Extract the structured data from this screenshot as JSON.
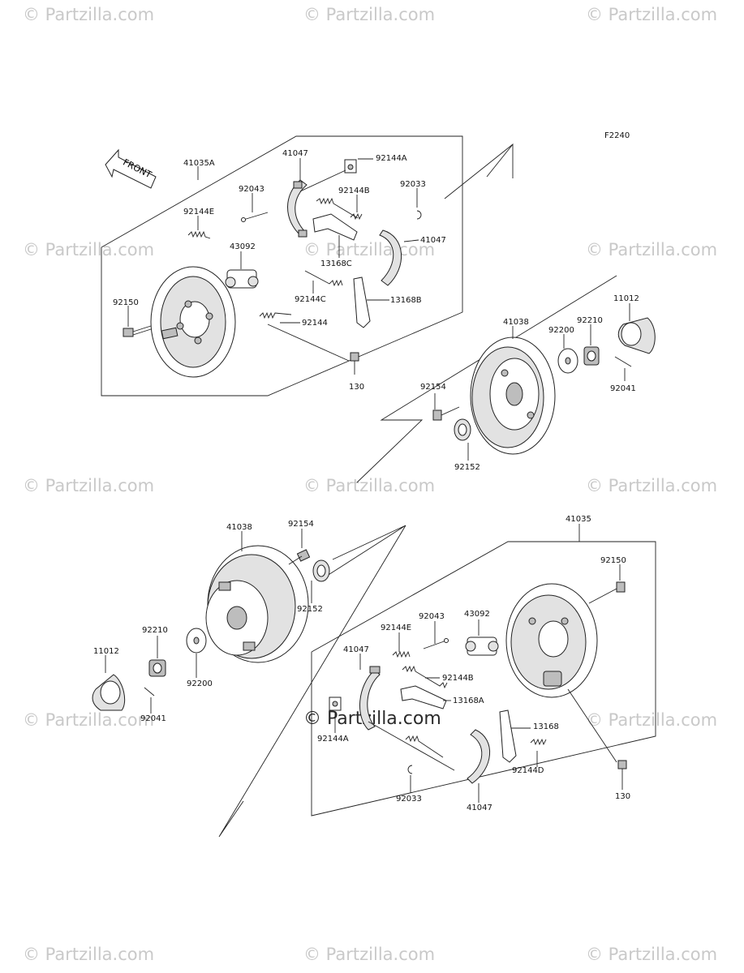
{
  "figure_ref": "F2240",
  "front_label": "FRONT",
  "watermark": "© Partzilla.com",
  "center_watermark": "© Partzilla.com",
  "part_labels": [
    {
      "id": "p1",
      "text": "41035A"
    },
    {
      "id": "p2",
      "text": "41047"
    },
    {
      "id": "p3",
      "text": "92144A"
    },
    {
      "id": "p4",
      "text": "92043"
    },
    {
      "id": "p5",
      "text": "92144B"
    },
    {
      "id": "p6",
      "text": "92033"
    },
    {
      "id": "p7",
      "text": "92144E"
    },
    {
      "id": "p8",
      "text": "41047"
    },
    {
      "id": "p9",
      "text": "43092"
    },
    {
      "id": "p10",
      "text": "13168C"
    },
    {
      "id": "p11",
      "text": "92144C"
    },
    {
      "id": "p12",
      "text": "13168B"
    },
    {
      "id": "p13",
      "text": "92150"
    },
    {
      "id": "p14",
      "text": "92144"
    },
    {
      "id": "p15",
      "text": "130"
    },
    {
      "id": "p16",
      "text": "41038"
    },
    {
      "id": "p17",
      "text": "92200"
    },
    {
      "id": "p18",
      "text": "92210"
    },
    {
      "id": "p19",
      "text": "11012"
    },
    {
      "id": "p20",
      "text": "92154"
    },
    {
      "id": "p21",
      "text": "92041"
    },
    {
      "id": "p22",
      "text": "92152"
    },
    {
      "id": "p23",
      "text": "41038"
    },
    {
      "id": "p24",
      "text": "92154"
    },
    {
      "id": "p25",
      "text": "41035"
    },
    {
      "id": "p26",
      "text": "92150"
    },
    {
      "id": "p27",
      "text": "92152"
    },
    {
      "id": "p28",
      "text": "92043"
    },
    {
      "id": "p29",
      "text": "43092"
    },
    {
      "id": "p30",
      "text": "92144E"
    },
    {
      "id": "p31",
      "text": "92210"
    },
    {
      "id": "p32",
      "text": "41047"
    },
    {
      "id": "p33",
      "text": "92144B"
    },
    {
      "id": "p34",
      "text": "11012"
    },
    {
      "id": "p35",
      "text": "92200"
    },
    {
      "id": "p36",
      "text": "13168A"
    },
    {
      "id": "p37",
      "text": "92041"
    },
    {
      "id": "p38",
      "text": "13168"
    },
    {
      "id": "p39",
      "text": "92144A"
    },
    {
      "id": "p40",
      "text": "92144D"
    },
    {
      "id": "p41",
      "text": "92033"
    },
    {
      "id": "p42",
      "text": "41047"
    },
    {
      "id": "p43",
      "text": "130"
    }
  ]
}
